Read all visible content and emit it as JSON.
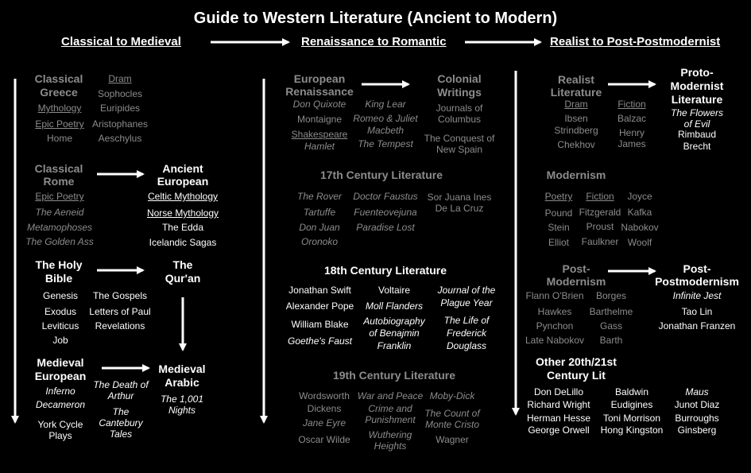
{
  "title": "Guide to Western Literature (Ancient to Modern)",
  "eras": [
    "Classical to Medieval",
    "Renaissance to Romantic",
    "Realist to Post-Postmodernist"
  ],
  "col1": {
    "greece": {
      "head": [
        "Classical",
        "Greece"
      ],
      "left": [
        "Mythology",
        "Epic Poetry",
        "Home"
      ],
      "right": [
        "Dram",
        "Sophocles",
        "Euripides",
        "Aristophanes",
        "Aeschylus"
      ]
    },
    "rome": {
      "head": [
        "Classical",
        "Rome"
      ],
      "items": [
        "Epic Poetry",
        "The Aeneid",
        "Metamophoses",
        "The Golden Ass"
      ]
    },
    "european": {
      "head": [
        "Ancient",
        "European"
      ],
      "items": [
        "Celtic Mythology",
        "Norse Mythology",
        "The Edda",
        "Icelandic Sagas"
      ]
    },
    "bible": {
      "head": [
        "The Holy",
        "Bible"
      ],
      "left": [
        "Genesis",
        "Exodus",
        "Leviticus",
        "Job"
      ],
      "right": [
        "The Gospels",
        "Letters of Paul",
        "Revelations"
      ]
    },
    "quran": {
      "head": [
        "The",
        "Qur'an"
      ]
    },
    "medieval_european": {
      "head": [
        "Medieval",
        "European"
      ],
      "left": [
        "Inferno",
        "Decameron"
      ],
      "left2": [
        "York Cycle",
        "Plays"
      ],
      "right": [
        "The Death of",
        "Arthur",
        "The",
        "Cantebury",
        "Tales"
      ]
    },
    "medieval_arabic": {
      "head": [
        "Medieval",
        "Arabic"
      ],
      "items": [
        "The 1,001",
        "Nights"
      ]
    }
  },
  "col2": {
    "renaissance": {
      "head": [
        "European",
        "Renaissance"
      ],
      "left": [
        "Don Quixote",
        "Montaigne",
        "Shakespeare",
        "Hamlet"
      ],
      "right": [
        "King Lear",
        "Romeo & Juliet",
        "Macbeth",
        "The Tempest"
      ]
    },
    "colonial": {
      "head": [
        "Colonial",
        "Writings"
      ],
      "items": [
        "Journals of",
        "Columbus",
        "The Conquest of",
        "New Spain"
      ]
    },
    "c17": {
      "head": "17th Century Literature",
      "left": [
        "The Rover",
        "Tartuffe",
        "Don Juan",
        "Oronoko"
      ],
      "mid": [
        "Doctor Faustus",
        "Fuenteovejuna",
        "Paradise Lost"
      ],
      "right": [
        "Sor Juana Ines",
        "De La Cruz"
      ]
    },
    "c18": {
      "head": "18th Century Literature",
      "left": [
        "Jonathan Swift",
        "Alexander Pope",
        "William Blake",
        "Goethe's Faust"
      ],
      "mid": [
        "Voltaire",
        "Moll Flanders",
        "Autobiography",
        "of Benajmin",
        "Franklin"
      ],
      "right": [
        "Journal of the",
        "Plague Year",
        "The Life of",
        "Frederick",
        "Douglass"
      ]
    },
    "c19": {
      "head": "19th Century Literature",
      "left": [
        "Wordsworth",
        "Dickens",
        "Jane Eyre",
        "Oscar Wilde"
      ],
      "mid": [
        "War and Peace",
        "Crime and",
        "Punishment",
        "Wuthering",
        "Heights"
      ],
      "right": [
        "Moby-Dick",
        "The Count of",
        "Monte Cristo",
        "Wagner"
      ]
    }
  },
  "col3": {
    "realist": {
      "head": [
        "Realist",
        "Literature"
      ],
      "left": [
        "Dram",
        "Ibsen",
        "Strindberg",
        "Chekhov"
      ],
      "right": [
        "Fiction",
        "Balzac",
        "Henry",
        "James"
      ]
    },
    "proto": {
      "head": [
        "Proto-",
        "Modernist",
        "Literature"
      ],
      "items": [
        "The Flowers",
        "of Evil",
        "Rimbaud",
        "Brecht"
      ]
    },
    "modernism": {
      "head": "Modernism",
      "rows": [
        [
          "Poetry",
          "Fiction",
          "Joyce"
        ],
        [
          "Pound",
          "Fitzgerald",
          "Kafka"
        ],
        [
          "Stein",
          "Proust",
          "Nabokov"
        ],
        [
          "Elliot",
          "Faulkner",
          "Woolf"
        ]
      ]
    },
    "postmodernism": {
      "head": [
        "Post-",
        "Modernism"
      ],
      "left": [
        "Flann O'Brien",
        "Hawkes",
        "Pynchon",
        "Late Nabokov"
      ],
      "right": [
        "Borges",
        "Barthelme",
        "Gass",
        "Barth"
      ]
    },
    "post_post": {
      "head": [
        "Post-",
        "Postmodernism"
      ],
      "items": [
        "Infinite Jest",
        "Tao Lin",
        "Jonathan Franzen"
      ]
    },
    "other": {
      "head": [
        "Other 20th/21st",
        "Century Lit"
      ],
      "left": [
        "Don DeLillo",
        "Richard Wright",
        "Herman Hesse",
        "George Orwell"
      ],
      "mid": [
        "Baldwin",
        "Eudigines",
        "Toni Morrison",
        "Hong Kingston"
      ],
      "right": [
        "Maus",
        "Junot Diaz",
        "Burroughs",
        "Ginsberg"
      ]
    }
  },
  "colors": {
    "background": "#000000",
    "active": "#ffffff",
    "dimmed": "#8c8c8c"
  }
}
